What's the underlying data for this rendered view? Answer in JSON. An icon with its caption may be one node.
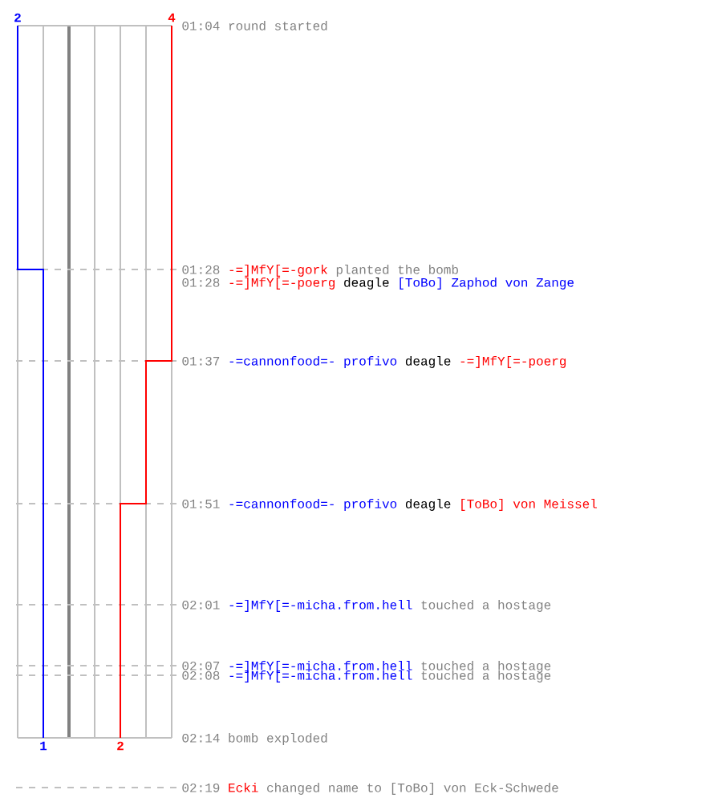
{
  "diagram": {
    "labels": [
      "2",
      "4",
      "01:04",
      "round started",
      "01:28",
      "-=]MfY[=-gork",
      "planted the bomb",
      "01:28",
      "-=]MfY[=-poerg",
      "deagle",
      "[ToBo] Zaphod von Zange",
      "01:37",
      "-=cannonfood=- profivo",
      "deagle",
      "-=]MfY[=-poerg",
      "01:51",
      "-=cannonfood=- profivo",
      "deagle",
      "[ToBo] von Meissel",
      "02:01",
      "-=]MfY[=-micha.from.hell",
      "touched a hostage",
      "02:07",
      "-=]MfY[=-micha.from.hell",
      "touched a hostage",
      "02:08",
      "-=]MfY[=-micha.from.hell",
      "touched a hostage",
      "02:14",
      "bomb exploded",
      "1",
      "2",
      "02:19",
      "Ecki",
      "changed name to [ToBo] von Eck-Schwede"
    ]
  }
}
